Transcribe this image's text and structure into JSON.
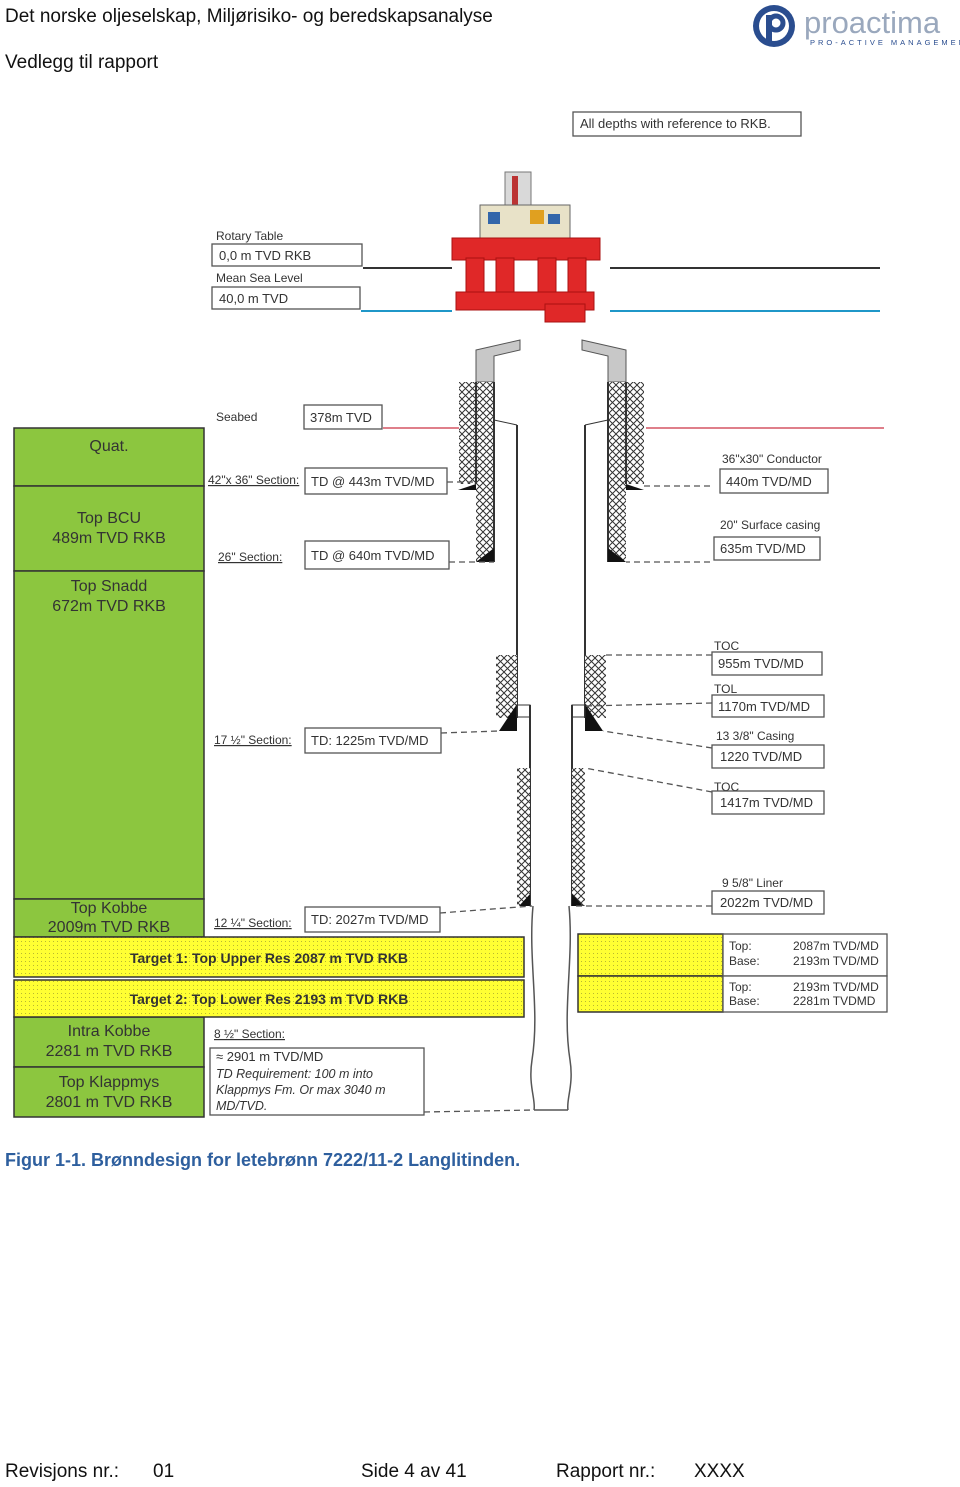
{
  "header": {
    "title": "Det norske oljeselskap, Miljørisiko- og beredskapsanalyse",
    "subtitle": "Vedlegg til rapport",
    "logo_text": "proactima",
    "logo_tagline": "PRO-ACTIVE MANAGEMENT",
    "logo_color": "#2a4d8f"
  },
  "figure": {
    "reference_note": "All depths with reference to RKB.",
    "rotary_table_label": "Rotary Table",
    "rotary_table_value": "0,0 m TVD RKB",
    "msl_label": "Mean Sea Level",
    "msl_value": "40,0 m TVD",
    "seabed_label": "Seabed",
    "seabed_value": "378m TVD",
    "formations": [
      {
        "name": "Quat.",
        "depth": ""
      },
      {
        "name": "Top BCU",
        "depth": "489m TVD RKB"
      },
      {
        "name": "Top Snadd",
        "depth": "672m TVD RKB"
      },
      {
        "name": "Top Kobbe",
        "depth": "2009m TVD RKB"
      },
      {
        "name": "Intra Kobbe",
        "depth": "2281 m TVD RKB"
      },
      {
        "name": "Top Klappmys",
        "depth": "2801 m TVD RKB"
      }
    ],
    "targets": [
      {
        "label": "Target 1: Top Upper Res 2087 m TVD RKB",
        "top": "2087m TVD/MD",
        "base": "2193m TVD/MD"
      },
      {
        "label": "Target 2: Top Lower Res 2193 m TVD RKB",
        "top": "2193m TVD/MD",
        "base": "2281m TVDMD"
      }
    ],
    "top_label": "Top:",
    "base_label": "Base:",
    "sections": [
      {
        "name": "42\"x 36\" Section:",
        "value": "TD @ 443m TVD/MD"
      },
      {
        "name": "26\" Section:",
        "value": "TD @ 640m TVD/MD"
      },
      {
        "name": "17 ½\" Section:",
        "value": "TD: 1225m TVD/MD"
      },
      {
        "name": "12 ¼\" Section:",
        "value": "TD: 2027m TVD/MD"
      },
      {
        "name": "8 ½\" Section:",
        "value": "≈ 2901 m TVD/MD"
      }
    ],
    "td_requirement": [
      "TD Requirement: 100 m into",
      "Klappmys Fm. Or max 3040 m",
      "MD/TVD."
    ],
    "casings": [
      {
        "name": "36\"x30\" Conductor",
        "value": "440m TVD/MD"
      },
      {
        "name": "20\" Surface casing",
        "value": "635m TVD/MD"
      },
      {
        "name": "TOC",
        "value": "955m TVD/MD"
      },
      {
        "name": "TOL",
        "value": "1170m TVD/MD"
      },
      {
        "name": "13 3/8\" Casing",
        "value": "1220 TVD/MD"
      },
      {
        "name": "TOC",
        "value": "1417m TVD/MD"
      },
      {
        "name": "9 5/8\" Liner",
        "value": "2022m TVD/MD"
      }
    ],
    "colors": {
      "formation": "#8cc63f",
      "target": "#ffff33",
      "water": "#1f97c8",
      "seabed": "#cc3344"
    }
  },
  "caption": "Figur 1-1. Brønndesign for letebrønn 7222/11-2 Langlitinden.",
  "footer": {
    "revision_label": "Revisjons nr.:",
    "revision_value": "01",
    "page_text": "Side 4 av 41",
    "report_label": "Rapport nr.:",
    "report_value": "XXXX"
  }
}
